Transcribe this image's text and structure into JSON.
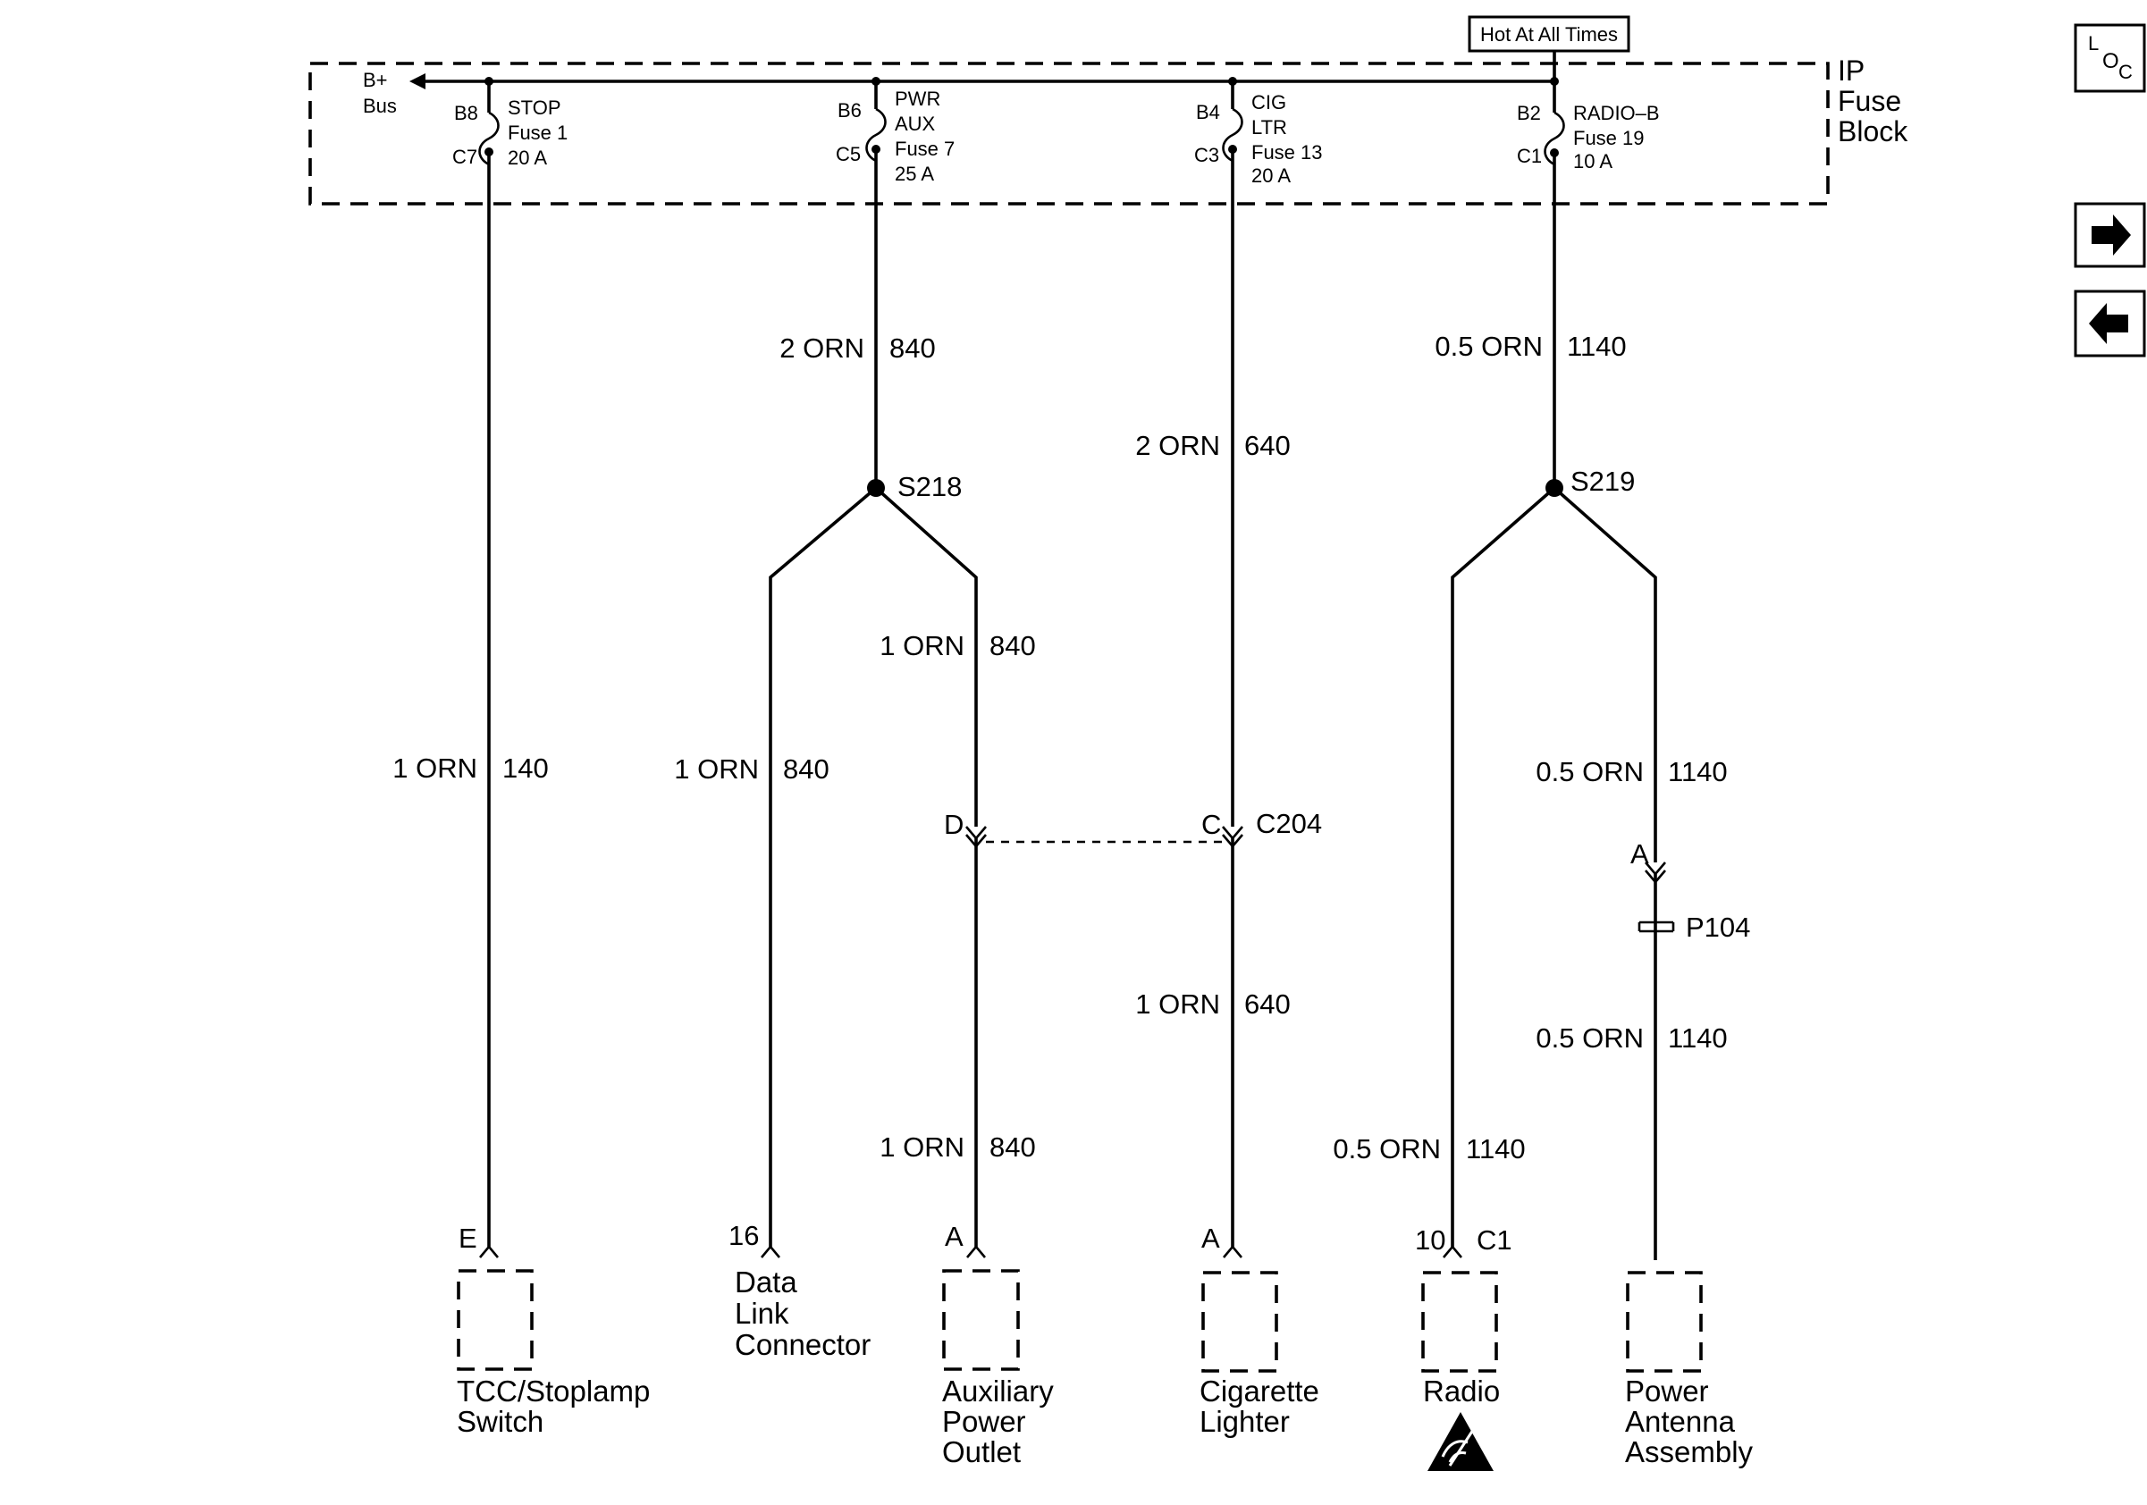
{
  "header": {
    "hot_label": "Hot At All Times",
    "fuse_block_label": [
      "IP",
      "Fuse",
      "Block"
    ],
    "bus_label": [
      "B+",
      "Bus"
    ]
  },
  "nav": {
    "loc_button": [
      "L",
      "O",
      "C"
    ],
    "next_button": "next-arrow-icon",
    "prev_button": "prev-arrow-icon"
  },
  "fuses": [
    {
      "pin_in": "B8",
      "pin_out": "C7",
      "name": [
        "STOP",
        "Fuse 1",
        "20 A"
      ]
    },
    {
      "pin_in": "B6",
      "pin_out": "C5",
      "name": [
        "PWR",
        "AUX",
        "Fuse 7",
        "25 A"
      ]
    },
    {
      "pin_in": "B4",
      "pin_out": "C3",
      "name": [
        "CIG",
        "LTR",
        "Fuse 13",
        "20 A"
      ]
    },
    {
      "pin_in": "B2",
      "pin_out": "C1",
      "name": [
        "RADIO–B",
        "Fuse 19",
        "10 A"
      ]
    }
  ],
  "wires": [
    {
      "gauge": "1 ORN",
      "circuit": "140"
    },
    {
      "gauge": "2 ORN",
      "circuit": "840"
    },
    {
      "gauge": "2 ORN",
      "circuit": "640"
    },
    {
      "gauge": "0.5 ORN",
      "circuit": "1140"
    },
    {
      "gauge": "1 ORN",
      "circuit": "840"
    },
    {
      "gauge": "1 ORN",
      "circuit": "840"
    },
    {
      "gauge": "0.5 ORN",
      "circuit": "1140"
    },
    {
      "gauge": "1 ORN",
      "circuit": "640"
    },
    {
      "gauge": "0.5 ORN",
      "circuit": "1140"
    },
    {
      "gauge": "1 ORN",
      "circuit": "840"
    },
    {
      "gauge": "0.5 ORN",
      "circuit": "1140"
    }
  ],
  "splices": [
    "S218",
    "S219"
  ],
  "connectors": {
    "c204": {
      "name": "C204",
      "pin_d": "D",
      "pin_c": "C"
    },
    "p104": {
      "name": "P104",
      "pin": "A"
    }
  },
  "components": [
    {
      "pin": "E",
      "name": [
        "TCC/Stoplamp",
        "Switch"
      ]
    },
    {
      "pin": "16",
      "name": [
        "Data",
        "Link",
        "Connector"
      ]
    },
    {
      "pin": "A",
      "name": [
        "Auxiliary",
        "Power",
        "Outlet"
      ]
    },
    {
      "pin": "A",
      "name": [
        "Cigarette",
        "Lighter"
      ]
    },
    {
      "pin": "10",
      "pin2": "C1",
      "name": [
        "Radio"
      ]
    },
    {
      "pin": "",
      "name": [
        "Power",
        "Antenna",
        "Assembly"
      ]
    }
  ],
  "esd_symbol": "esd-warning-icon"
}
